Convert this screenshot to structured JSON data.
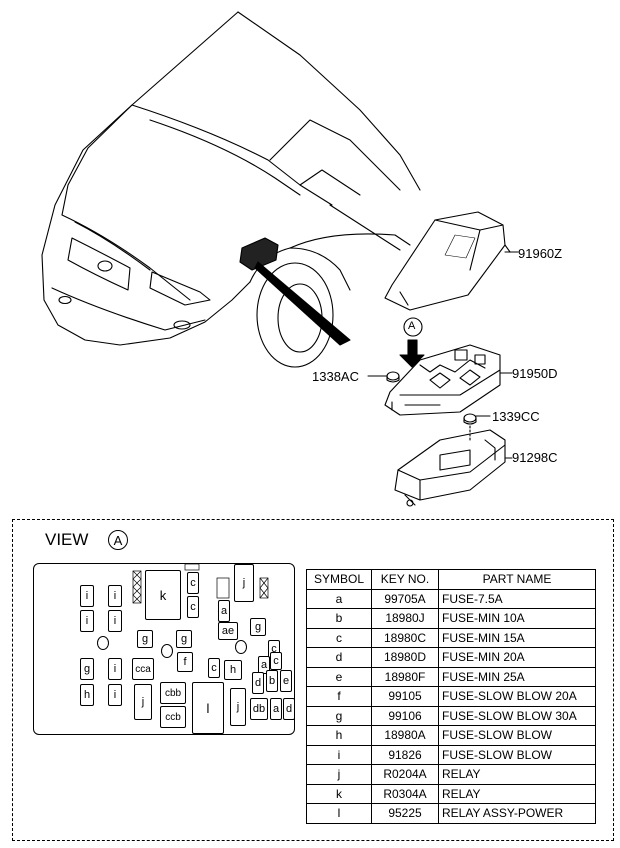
{
  "callouts": {
    "cover": "91960Z",
    "nut": "1338AC",
    "block": "91950D",
    "nut2": "1339CC",
    "bracket": "91298C",
    "view_marker": "A"
  },
  "view": {
    "title": "VIEW",
    "marker": "A"
  },
  "fuse_layout": [
    {
      "sym": "i"
    },
    {
      "sym": "i"
    },
    {
      "sym": "i"
    },
    {
      "sym": "i"
    },
    {
      "sym": "k"
    },
    {
      "sym": "c"
    },
    {
      "sym": "c"
    },
    {
      "sym": "j"
    },
    {
      "sym": "a"
    },
    {
      "sym": "ae"
    },
    {
      "sym": "g"
    },
    {
      "sym": "g"
    },
    {
      "sym": "g"
    },
    {
      "sym": "c"
    },
    {
      "sym": "g"
    },
    {
      "sym": "i"
    },
    {
      "sym": "cca"
    },
    {
      "sym": "f"
    },
    {
      "sym": "c"
    },
    {
      "sym": "h"
    },
    {
      "sym": "a"
    },
    {
      "sym": "c"
    },
    {
      "sym": "h"
    },
    {
      "sym": "i"
    },
    {
      "sym": "j"
    },
    {
      "sym": "cbb"
    },
    {
      "sym": "ccb"
    },
    {
      "sym": "l"
    },
    {
      "sym": "j"
    },
    {
      "sym": "d"
    },
    {
      "sym": "b"
    },
    {
      "sym": "e"
    },
    {
      "sym": "db"
    },
    {
      "sym": "a"
    },
    {
      "sym": "d"
    }
  ],
  "table": {
    "headers": [
      "SYMBOL",
      "KEY NO.",
      "PART NAME"
    ],
    "rows": [
      {
        "symbol": "a",
        "key": "99705A",
        "name": "FUSE-7.5A"
      },
      {
        "symbol": "b",
        "key": "18980J",
        "name": "FUSE-MIN 10A"
      },
      {
        "symbol": "c",
        "key": "18980C",
        "name": "FUSE-MIN 15A"
      },
      {
        "symbol": "d",
        "key": "18980D",
        "name": "FUSE-MIN 20A"
      },
      {
        "symbol": "e",
        "key": "18980F",
        "name": "FUSE-MIN 25A"
      },
      {
        "symbol": "f",
        "key": "99105",
        "name": "FUSE-SLOW BLOW 20A"
      },
      {
        "symbol": "g",
        "key": "99106",
        "name": "FUSE-SLOW BLOW 30A"
      },
      {
        "symbol": "h",
        "key": "18980A",
        "name": "FUSE-SLOW BLOW"
      },
      {
        "symbol": "i",
        "key": "91826",
        "name": "FUSE-SLOW BLOW"
      },
      {
        "symbol": "j",
        "key": "R0204A",
        "name": "RELAY"
      },
      {
        "symbol": "k",
        "key": "R0304A",
        "name": "RELAY"
      },
      {
        "symbol": "l",
        "key": "95225",
        "name": "RELAY ASSY-POWER"
      }
    ]
  }
}
